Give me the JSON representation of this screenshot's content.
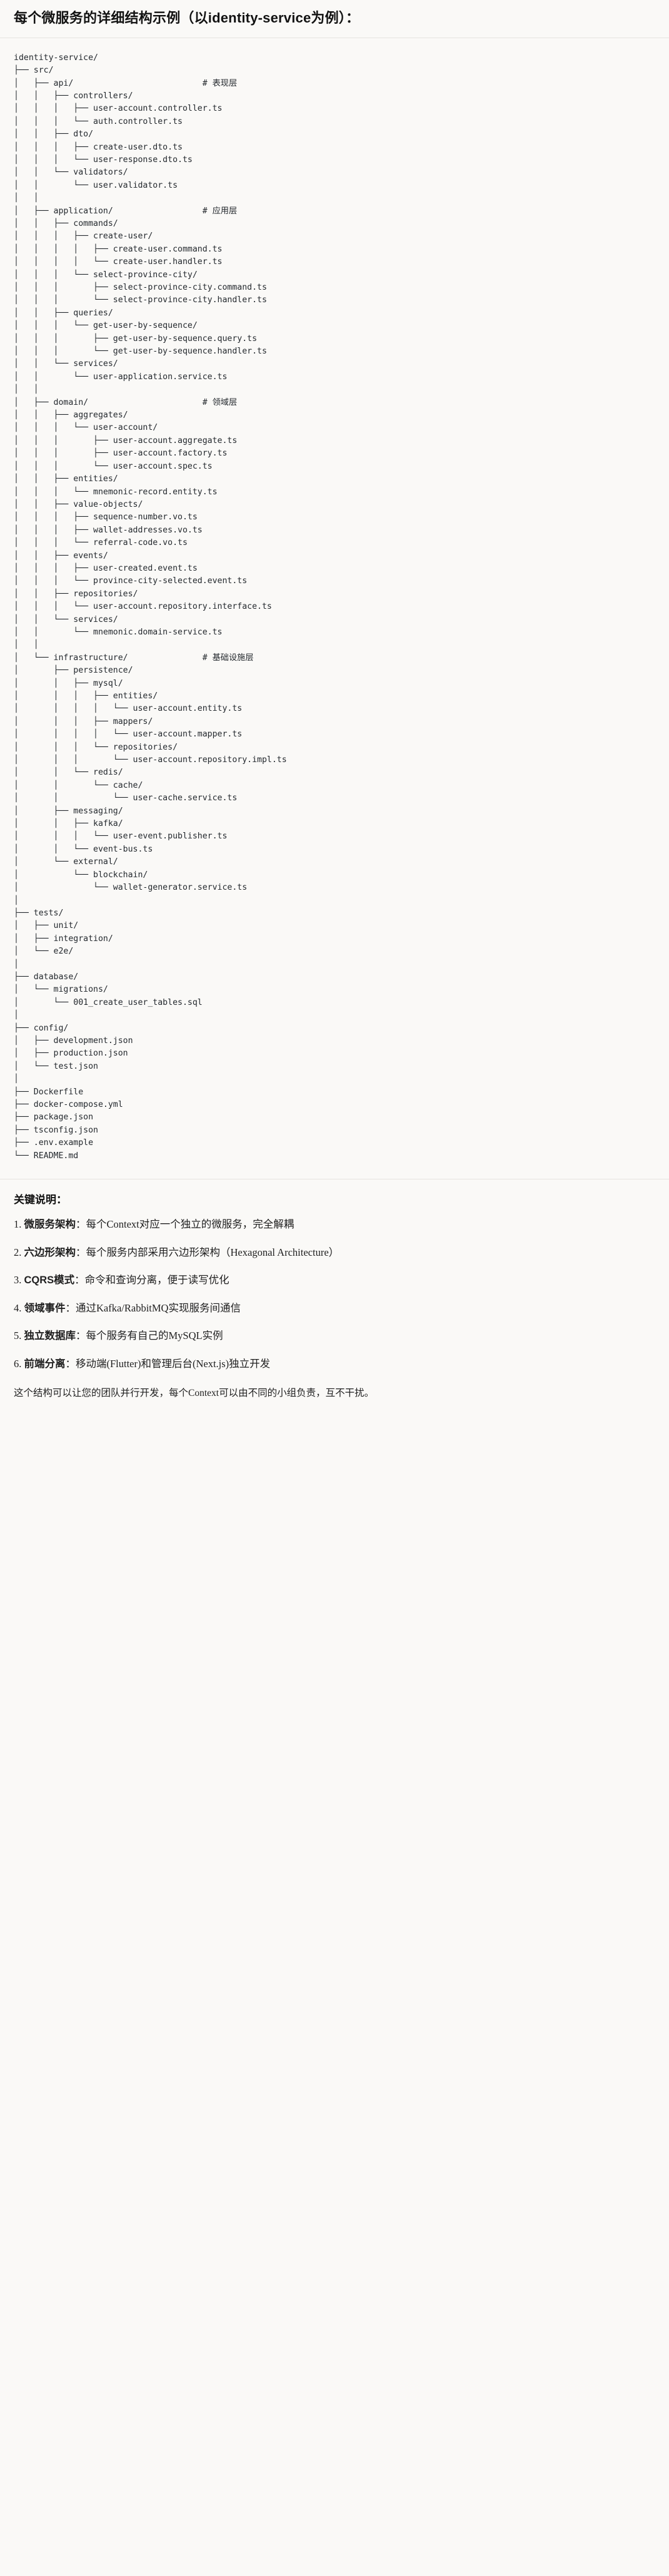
{
  "title": {
    "prefix_cn": "每个微服务的详细结构示例",
    "paren_open": "（以",
    "latin": "identity-service",
    "paren_close": "为例）：",
    "full": "每个微服务的详细结构示例（以identity-service为例）："
  },
  "tree": {
    "root": "identity-service/",
    "comments": {
      "api": "# 表现层",
      "application": "# 应用层",
      "domain": "# 领域层",
      "infrastructure": "# 基础设施层"
    },
    "text": "identity-service/\n├── src/\n│   ├── api/                          # 表现层\n│   │   ├── controllers/\n│   │   │   ├── user-account.controller.ts\n│   │   │   └── auth.controller.ts\n│   │   ├── dto/\n│   │   │   ├── create-user.dto.ts\n│   │   │   └── user-response.dto.ts\n│   │   └── validators/\n│   │       └── user.validator.ts\n│   │\n│   ├── application/                  # 应用层\n│   │   ├── commands/\n│   │   │   ├── create-user/\n│   │   │   │   ├── create-user.command.ts\n│   │   │   │   └── create-user.handler.ts\n│   │   │   └── select-province-city/\n│   │   │       ├── select-province-city.command.ts\n│   │   │       └── select-province-city.handler.ts\n│   │   ├── queries/\n│   │   │   └── get-user-by-sequence/\n│   │   │       ├── get-user-by-sequence.query.ts\n│   │   │       └── get-user-by-sequence.handler.ts\n│   │   └── services/\n│   │       └── user-application.service.ts\n│   │\n│   ├── domain/                       # 领域层\n│   │   ├── aggregates/\n│   │   │   └── user-account/\n│   │   │       ├── user-account.aggregate.ts\n│   │   │       ├── user-account.factory.ts\n│   │   │       └── user-account.spec.ts\n│   │   ├── entities/\n│   │   │   └── mnemonic-record.entity.ts\n│   │   ├── value-objects/\n│   │   │   ├── sequence-number.vo.ts\n│   │   │   ├── wallet-addresses.vo.ts\n│   │   │   └── referral-code.vo.ts\n│   │   ├── events/\n│   │   │   ├── user-created.event.ts\n│   │   │   └── province-city-selected.event.ts\n│   │   ├── repositories/\n│   │   │   └── user-account.repository.interface.ts\n│   │   └── services/\n│   │       └── mnemonic.domain-service.ts\n│   │\n│   └── infrastructure/               # 基础设施层\n│       ├── persistence/\n│       │   ├── mysql/\n│       │   │   ├── entities/\n│       │   │   │   └── user-account.entity.ts\n│       │   │   ├── mappers/\n│       │   │   │   └── user-account.mapper.ts\n│       │   │   └── repositories/\n│       │   │       └── user-account.repository.impl.ts\n│       │   └── redis/\n│       │       └── cache/\n│       │           └── user-cache.service.ts\n│       ├── messaging/\n│       │   ├── kafka/\n│       │   │   └── user-event.publisher.ts\n│       │   └── event-bus.ts\n│       └── external/\n│           └── blockchain/\n│               └── wallet-generator.service.ts\n│\n├── tests/\n│   ├── unit/\n│   ├── integration/\n│   └── e2e/\n│\n├── database/\n│   └── migrations/\n│       └── 001_create_user_tables.sql\n│\n├── config/\n│   ├── development.json\n│   ├── production.json\n│   └── test.json\n│\n├── Dockerfile\n├── docker-compose.yml\n├── package.json\n├── tsconfig.json\n├── .env.example\n└── README.md"
  },
  "notes": {
    "heading": "关键说明：",
    "items": [
      {
        "num": "1.",
        "term": "微服务架构",
        "sep": "：",
        "desc": "每个Context对应一个独立的微服务，完全解耦"
      },
      {
        "num": "2.",
        "term": "六边形架构",
        "sep": "：",
        "desc": "每个服务内部采用六边形架构（Hexagonal Architecture）"
      },
      {
        "num": "3.",
        "term": "CQRS模式",
        "sep": "：",
        "desc": "命令和查询分离，便于读写优化"
      },
      {
        "num": "4.",
        "term": "领域事件",
        "sep": "：",
        "desc": "通过Kafka/RabbitMQ实现服务间通信"
      },
      {
        "num": "5.",
        "term": "独立数据库",
        "sep": "：",
        "desc": "每个服务有自己的MySQL实例"
      },
      {
        "num": "6.",
        "term": "前端分离",
        "sep": "：",
        "desc": "移动端(Flutter)和管理后台(Next.js)独立开发"
      }
    ],
    "closing": "这个结构可以让您的团队并行开发，每个Context可以由不同的小组负责，互不干扰。"
  },
  "colors": {
    "background": "#faf9f7",
    "text": "#1f1f1f",
    "code_text": "#24292e",
    "comment": "#6a737d",
    "divider": "#e6e4e0"
  }
}
